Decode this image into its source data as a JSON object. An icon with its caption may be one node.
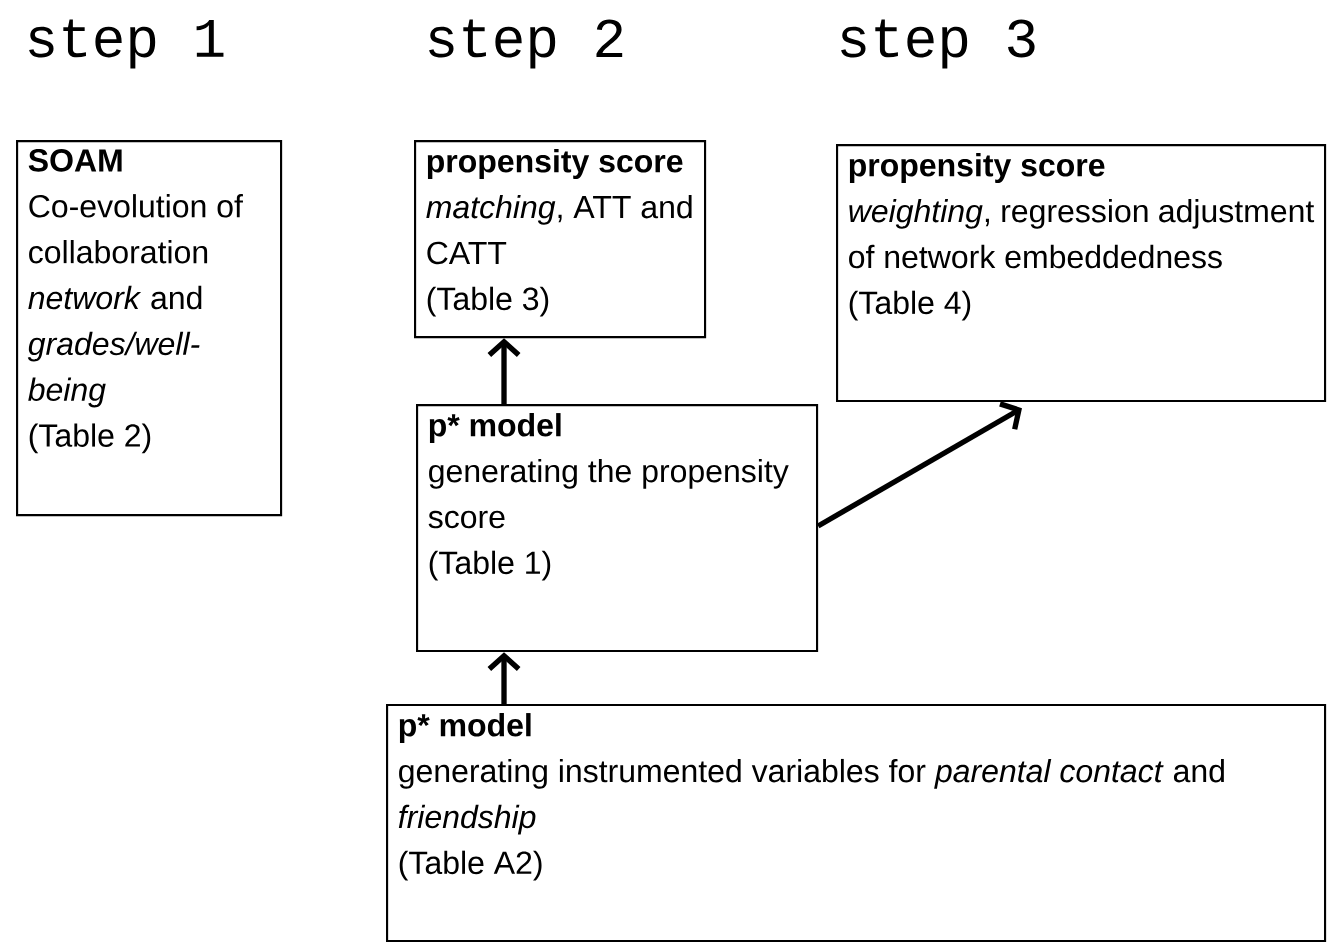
{
  "diagram": {
    "nodes": [
      {
        "text": [
          "SOAM",
          "Co-evolution of collaboration *network* and *grades/well-being*",
          "(Table 2)"
        ]
      },
      {
        "text": [
          "propensity score",
          "*matching*, ATT and CATT",
          "(Table 3)"
        ]
      },
      {
        "text": [
          "propensity score",
          "*weighting*, regression adjustment of network embeddedness",
          "(Table 4)"
        ]
      },
      {
        "text": [
          "p* model",
          "generating the propensity score",
          "(Table 1)"
        ]
      },
      {
        "text": [
          "p* model",
          "generating instrumented variables for *parental contact* and *friendship*",
          "(Table A2)"
        ]
      }
    ],
    "edges": [
      {
        "from": 3,
        "to": 1,
        "arrow": "to"
      },
      {
        "from": 3,
        "to": 2,
        "arrow": "to"
      },
      {
        "from": 4,
        "to": 3,
        "arrow": "to"
      }
    ],
    "labels": [
      "step 1",
      "step 2",
      "step 3"
    ]
  }
}
